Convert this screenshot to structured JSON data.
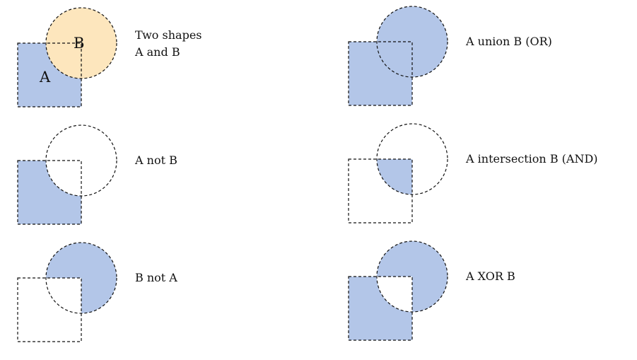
{
  "colors": {
    "shape_a": "#b3c6e8",
    "shape_b": "#fde6bd",
    "result": "#b3c6e8",
    "outline": "#111111"
  },
  "panels": [
    {
      "id": "two-shapes",
      "op": "both",
      "caption": [
        "Two shapes",
        "A and B"
      ],
      "label_a": "A",
      "label_b": "B"
    },
    {
      "id": "a-not-b",
      "op": "a_not_b",
      "caption": [
        "A not B"
      ]
    },
    {
      "id": "b-not-a",
      "op": "b_not_a",
      "caption": [
        "B not A"
      ]
    },
    {
      "id": "union",
      "op": "union",
      "caption": [
        "A union B (OR)"
      ]
    },
    {
      "id": "intersection",
      "op": "and",
      "caption": [
        "A intersection B (AND)"
      ]
    },
    {
      "id": "xor",
      "op": "xor",
      "caption": [
        "A XOR B"
      ]
    }
  ]
}
